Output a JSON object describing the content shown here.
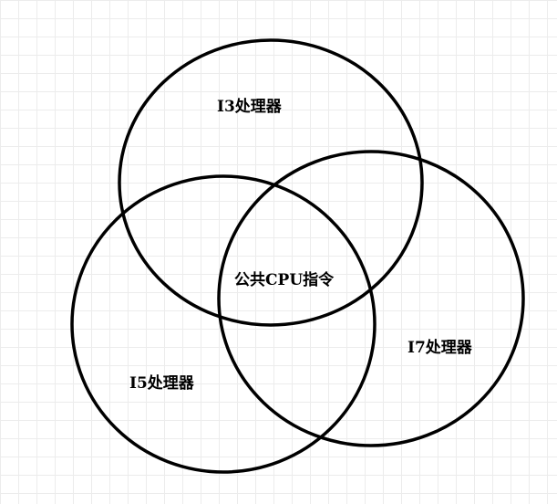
{
  "diagram": {
    "sets": [
      {
        "id": "i3",
        "label": "I3处理器"
      },
      {
        "id": "i5",
        "label": "I5处理器"
      },
      {
        "id": "i7",
        "label": "I7处理器"
      }
    ],
    "intersection": {
      "label": "公共CPU指令"
    },
    "colors": {
      "stroke": "#000000",
      "grid": "#ececec",
      "background": "#ffffff"
    }
  }
}
